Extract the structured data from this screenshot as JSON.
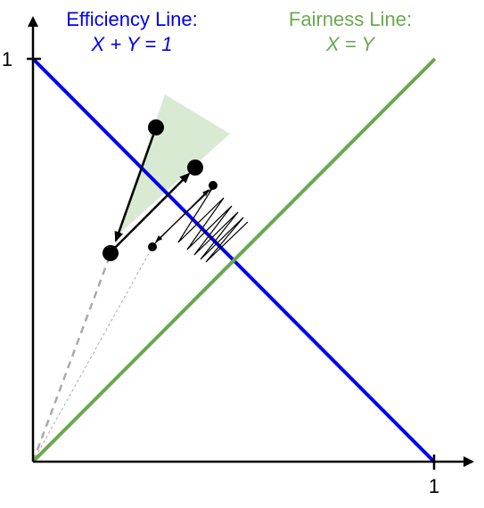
{
  "labels": {
    "efficiency_title": "Efficiency Line:",
    "efficiency_equation": "X + Y = 1",
    "fairness_title": "Fairness Line:",
    "fairness_equation": "X = Y",
    "y_tick": "1",
    "x_tick": "1"
  },
  "colors": {
    "efficiency": "#0000ee",
    "fairness": "#6aa84f",
    "region_fill": "#d9ead3",
    "axis": "#000000",
    "dashed": "#aaaaaa"
  }
}
